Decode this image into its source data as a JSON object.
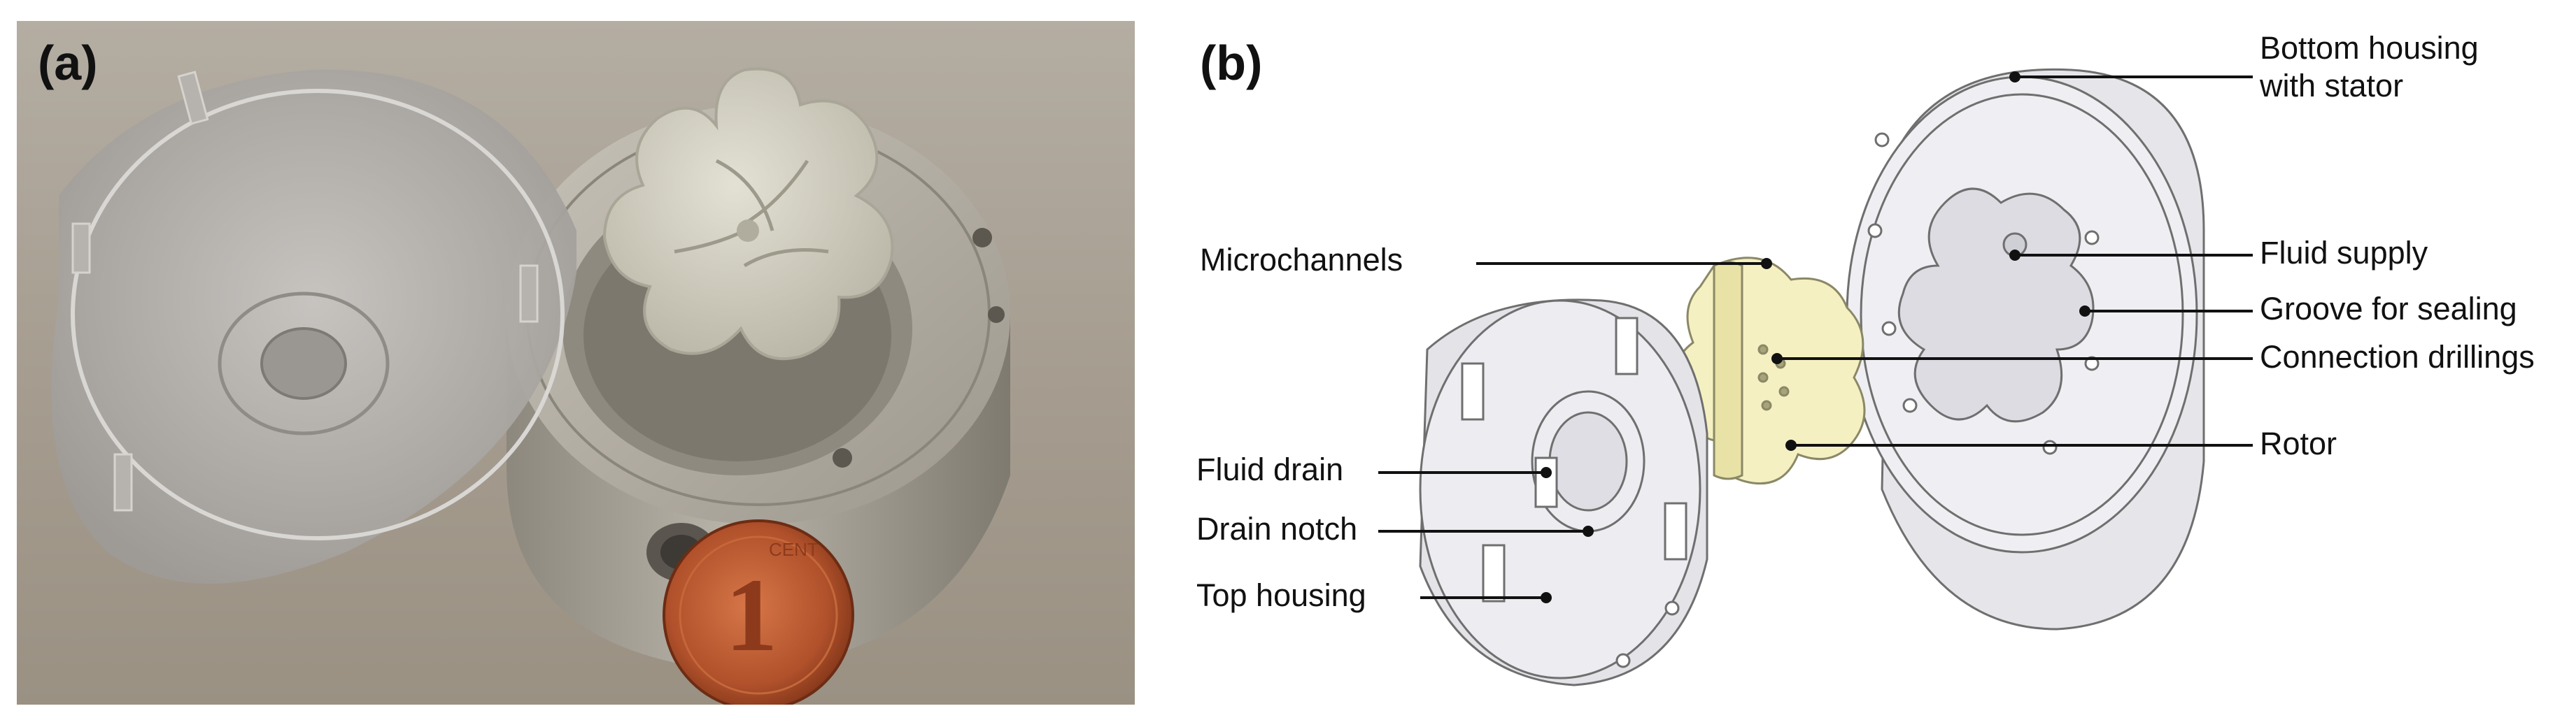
{
  "panels": {
    "a": {
      "letter": "(a)"
    },
    "b": {
      "letter": "(b)"
    }
  },
  "labels": {
    "bottom_housing_line1": "Bottom housing",
    "bottom_housing_line2": "with stator",
    "microchannels": "Microchannels",
    "fluid_supply": "Fluid supply",
    "groove_for_sealing": "Groove for sealing",
    "connection_drillings": "Connection drillings",
    "rotor": "Rotor",
    "fluid_drain": "Fluid drain",
    "drain_notch": "Drain notch",
    "top_housing": "Top housing"
  },
  "photo": {
    "coin_text": "CENT",
    "coin_value": "1"
  },
  "colors": {
    "photo_background": "#a59d90",
    "metal_housing": "#a8a49a",
    "plastic_rotor": "#d6d4c6",
    "coin": "#b5542e",
    "rotor_highlight": "#f4f0c2",
    "housing_wireframe": "#6f6f6f"
  }
}
